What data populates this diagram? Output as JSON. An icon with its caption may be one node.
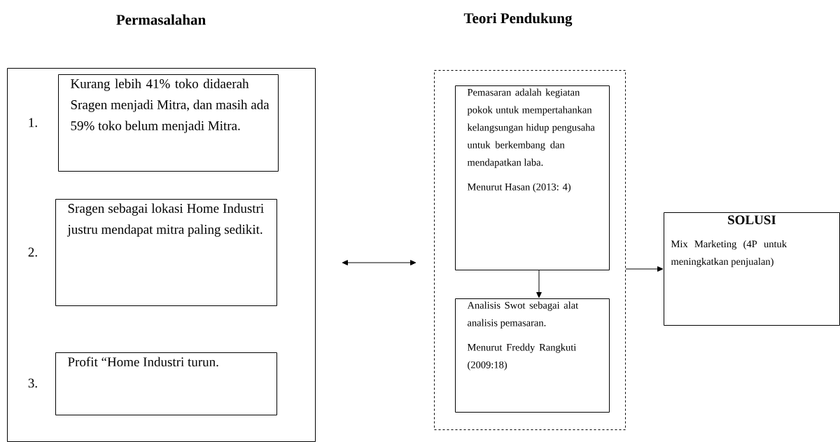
{
  "diagram": {
    "nodes": [
      {
        "text": [
          "Permasalahan"
        ]
      },
      {
        "text": [
          "Kurang lebih 41% toko didaerah Sragen menjadi Mitra, dan masih ada 59% toko belum menjadi Mitra."
        ],
        "in": 0,
        "beside": [
          "1."
        ]
      },
      {
        "text": [
          "Sragen sebagai lokasi Home Industri justru mendapat mitra paling sedikit."
        ],
        "in": 0,
        "beside": [
          "2."
        ]
      },
      {
        "text": [
          "Profit “Home Industri turun."
        ],
        "in": 0,
        "beside": [
          "3."
        ]
      },
      {
        "text": [
          "Teori Pendukung"
        ]
      },
      {
        "text": [
          "Pemasaran adalah kegiatan pokok untuk mempertahankan kelangsungan hidup pengusaha untuk berkembang dan mendapatkan laba.",
          "Menurut Hasan (2013: 4)"
        ],
        "in": 4
      },
      {
        "text": [
          "Analisis Swot sebagai alat analisis pemasaran.",
          "Menurut Freddy Rangkuti (2009:18)"
        ],
        "in": 4
      },
      {
        "text": [
          "SOLUSI",
          "Mix Marketing (4P untuk meningkatkan penjualan)"
        ]
      }
    ],
    "edges": [
      {
        "from": 0,
        "to": 4,
        "arrow": "both"
      },
      {
        "from": 5,
        "to": 6,
        "arrow": "to"
      },
      {
        "from": 4,
        "to": 7,
        "arrow": "to"
      }
    ]
  }
}
